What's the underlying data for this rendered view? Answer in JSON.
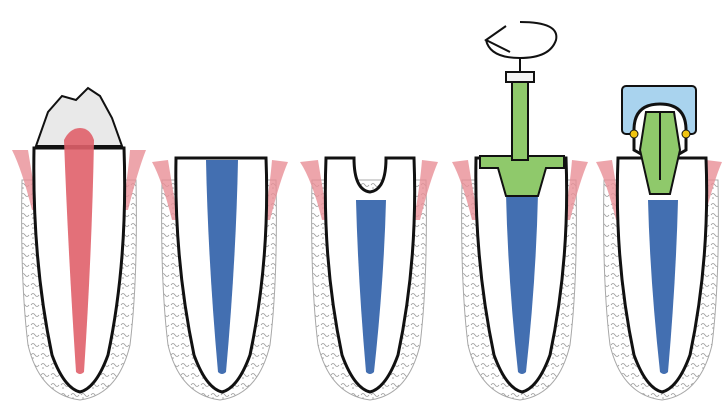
{
  "figure": {
    "panels": [
      {
        "id": "p1",
        "stage": "intact-tooth",
        "canal_fill": "pulp"
      },
      {
        "id": "p2",
        "stage": "crown-removed-canal-treated",
        "canal_fill": "gutta-percha"
      },
      {
        "id": "p3",
        "stage": "post-space-prepared",
        "canal_fill": "gutta-percha"
      },
      {
        "id": "p4",
        "stage": "post-inserted-with-rotation",
        "canal_fill": "gutta-percha"
      },
      {
        "id": "p5",
        "stage": "attachment-seated",
        "canal_fill": "gutta-percha"
      }
    ],
    "colors": {
      "outline": "#111111",
      "pulp": "#e0606a",
      "gum": "#e88f96",
      "filling": "#2f5fa8",
      "post": "#8fc96b",
      "cap": "#a9d3ee",
      "ball": "#f1c40f",
      "bone": "#b8b8b8"
    },
    "icons": [
      "rotation-arrow-icon"
    ]
  }
}
